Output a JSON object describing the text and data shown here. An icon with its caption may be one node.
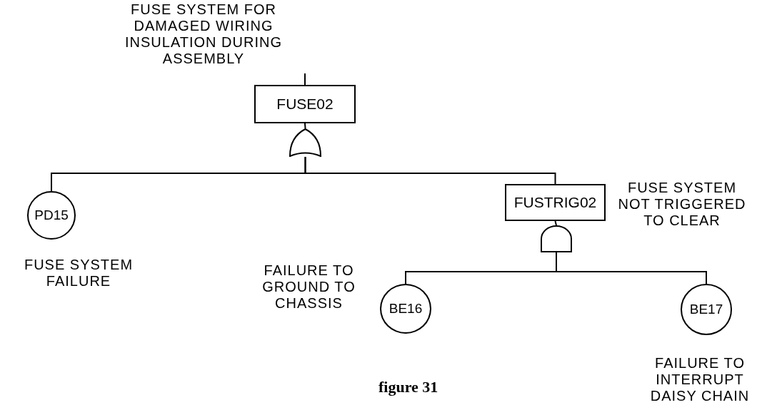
{
  "diagram": {
    "caption": "figure 31",
    "nodes": [
      {
        "text": [
          "FUSE02"
        ],
        "beside": [
          "FUSE SYSTEM FOR DAMAGED WIRING INSULATION DURING ASSEMBLY"
        ]
      },
      {
        "text": [],
        "shape": "or-gate"
      },
      {
        "text": [
          "PD15"
        ],
        "beside": [
          "FUSE SYSTEM FAILURE"
        ]
      },
      {
        "text": [
          "FUSTRIG02"
        ],
        "beside": [
          "FUSE SYSTEM NOT TRIGGERED TO CLEAR"
        ]
      },
      {
        "text": [],
        "shape": "and-gate"
      },
      {
        "text": [
          "BE16"
        ],
        "beside": [
          "FAILURE TO GROUND TO CHASSIS"
        ]
      },
      {
        "text": [
          "BE17"
        ],
        "beside": [
          "FAILURE TO INTERRUPT DAISY CHAIN"
        ]
      }
    ],
    "edges": [
      {
        "from": null,
        "to": 0,
        "arrow": "none"
      },
      {
        "from": 0,
        "to": 1,
        "arrow": "none"
      },
      {
        "from": 1,
        "to": 2,
        "arrow": "none"
      },
      {
        "from": 1,
        "to": 3,
        "arrow": "none"
      },
      {
        "from": 3,
        "to": 4,
        "arrow": "none"
      },
      {
        "from": 4,
        "to": 5,
        "arrow": "none"
      },
      {
        "from": 4,
        "to": 6,
        "arrow": "none"
      }
    ]
  }
}
